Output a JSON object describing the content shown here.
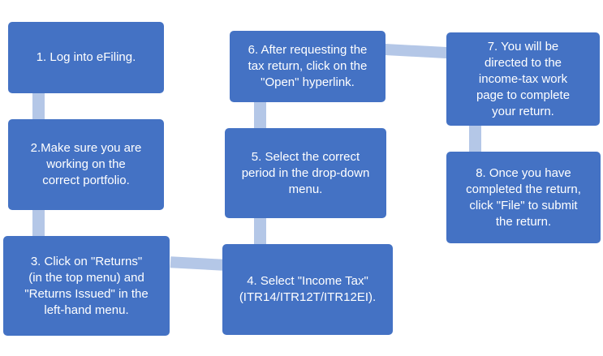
{
  "steps": [
    {
      "text": "1. Log into eFiling."
    },
    {
      "text": "2.Make sure you are\nworking on the\ncorrect portfolio."
    },
    {
      "text": "3. Click on \"Returns\"\n(in the top menu) and\n\"Returns Issued\" in the\nleft-hand menu."
    },
    {
      "text": "4. Select \"Income Tax\"\n(ITR14/ITR12T/ITR12EI)."
    },
    {
      "text": "5. Select the correct\nperiod in the drop-down\nmenu."
    },
    {
      "text": "6. After requesting the\ntax return, click on the\n\"Open\" hyperlink."
    },
    {
      "text": "7. You will be\ndirected to the\nincome-tax work\npage to complete\nyour return."
    },
    {
      "text": "8. Once you have\ncompleted the return,\nclick \"File\" to submit\nthe return."
    }
  ],
  "colors": {
    "box": "#4472c4",
    "connector": "#b4c7e7",
    "text": "#ffffff"
  }
}
